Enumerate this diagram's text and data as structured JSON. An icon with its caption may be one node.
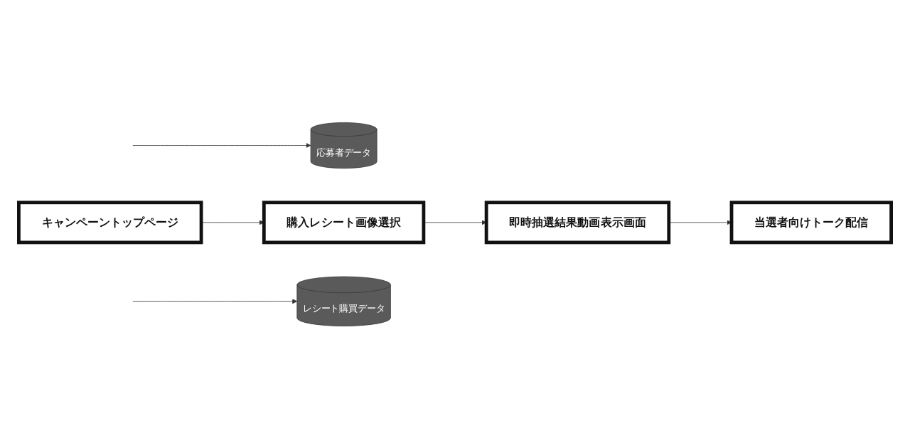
{
  "diagram": {
    "nodes": [
      {
        "text": [
          "キャンペーントップページ"
        ]
      },
      {
        "text": [
          "応募者データ"
        ]
      },
      {
        "text": [
          "購入レシート画像選択"
        ]
      },
      {
        "text": [
          "レシート購買データ"
        ]
      },
      {
        "text": [
          "即時抽選結果動画表示画面"
        ]
      },
      {
        "text": [
          "当選者向けトーク配信"
        ]
      }
    ],
    "edges": [
      {
        "from": 0,
        "to": 2,
        "arrow": "to"
      },
      {
        "from": null,
        "to": 1,
        "arrow": "to"
      },
      {
        "from": 2,
        "to": 4,
        "arrow": "to"
      },
      {
        "from": null,
        "to": 3,
        "arrow": "to"
      },
      {
        "from": 4,
        "to": 5,
        "arrow": "to"
      }
    ]
  }
}
